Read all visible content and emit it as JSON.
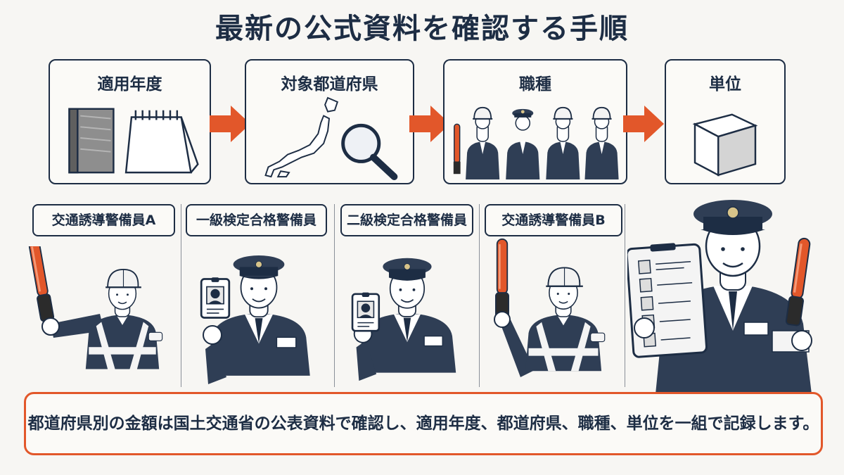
{
  "title": "最新の公式資料を確認する手順",
  "steps": [
    {
      "label": "適用年度",
      "icon": "calendar-book-icon"
    },
    {
      "label": "対象都道府県",
      "icon": "japan-map-magnifier-icon"
    },
    {
      "label": "職種",
      "icon": "guards-group-icon"
    },
    {
      "label": "単位",
      "icon": "cube-icon"
    }
  ],
  "roles": [
    {
      "label": "交通誘導警備員A"
    },
    {
      "label": "一級検定合格警備員"
    },
    {
      "label": "二級検定合格警備員"
    },
    {
      "label": "交通誘導警備員B"
    }
  ],
  "note": "都道府県別の金額は国土交通省の公表資料で確認し、適用年度、都道府県、職種、単位を一組で記録します。",
  "colors": {
    "navy": "#1d2d44",
    "accent": "#e2572a",
    "background": "#f7f6f3"
  }
}
